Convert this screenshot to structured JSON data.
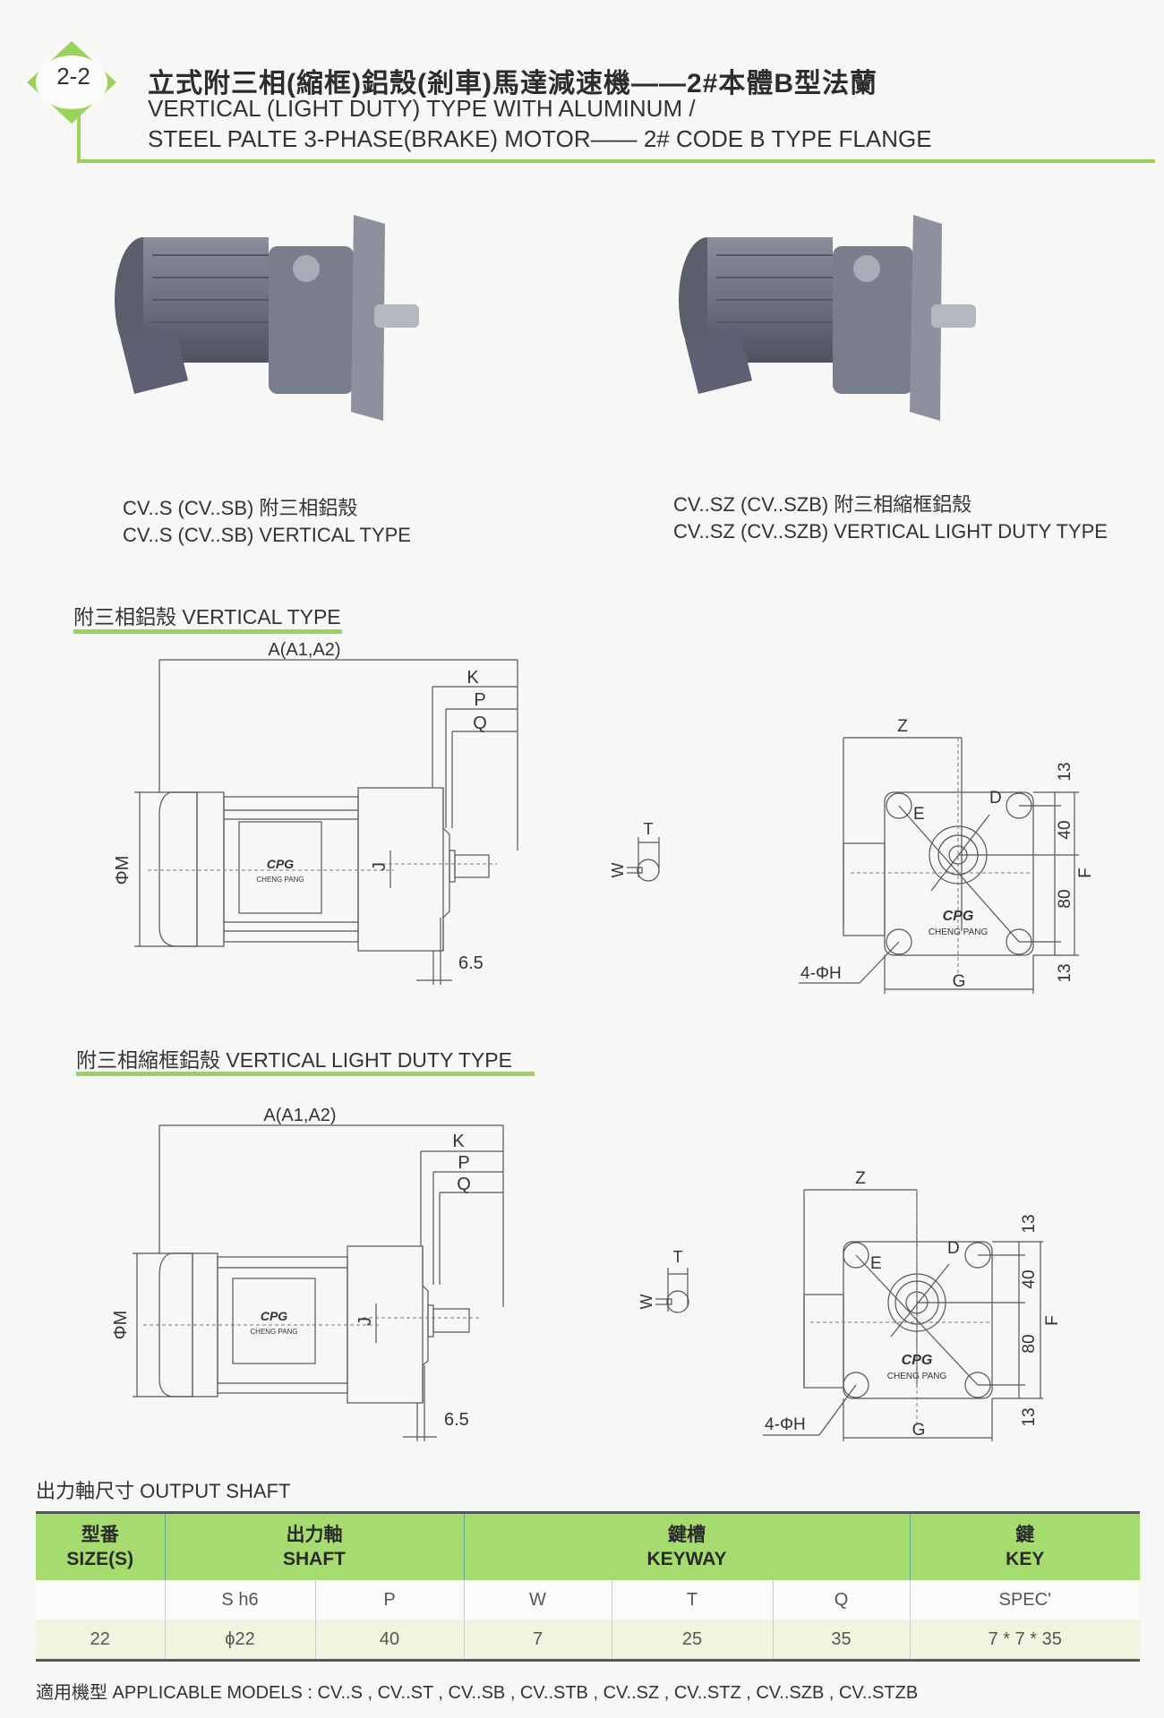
{
  "header": {
    "section_number": "2-2",
    "title_cn": "立式附三相(縮框)鋁殼(剎車)馬達減速機——2#本體B型法蘭",
    "title_en_line1": "VERTICAL (LIGHT DUTY) TYPE WITH ALUMINUM /",
    "title_en_line2": "STEEL PALTE 3-PHASE(BRAKE) MOTOR—— 2# CODE B TYPE FLANGE",
    "accent_color": "#9ad35a"
  },
  "products": [
    {
      "caption_cn": "CV..S (CV..SB) 附三相鋁殼",
      "caption_en": "CV..S (CV..SB) VERTICAL TYPE"
    },
    {
      "caption_cn": "CV..SZ (CV..SZB) 附三相縮框鋁殼",
      "caption_en": "CV..SZ (CV..SZB) VERTICAL LIGHT DUTY TYPE"
    }
  ],
  "drawings": [
    {
      "title": "附三相鋁殼 VERTICAL TYPE",
      "labels": {
        "a": "A(A1,A2)",
        "k": "K",
        "p": "P",
        "q": "Q",
        "m": "ΦM",
        "j": "J",
        "flange": "6.5",
        "t": "T",
        "w": "W",
        "z": "Z",
        "d": "D",
        "e": "E",
        "f": "F",
        "g": "G",
        "h": "4-ΦH",
        "dim_top": "13",
        "dim_40": "40",
        "dim_80": "80",
        "dim_bottom": "13",
        "brand": "CPG",
        "brand_sub": "CHENG PANG"
      }
    },
    {
      "title": "附三相縮框鋁殼 VERTICAL LIGHT DUTY TYPE",
      "labels": {
        "a": "A(A1,A2)",
        "k": "K",
        "p": "P",
        "q": "Q",
        "m": "ΦM",
        "j": "J",
        "flange": "6.5",
        "t": "T",
        "w": "W",
        "z": "Z",
        "d": "D",
        "e": "E",
        "f": "F",
        "g": "G",
        "h": "4-ΦH",
        "dim_top": "13",
        "dim_40": "40",
        "dim_80": "80",
        "dim_bottom": "13",
        "brand": "CPG",
        "brand_sub": "CHENG PANG"
      }
    }
  ],
  "output_shaft": {
    "title": "出力軸尺寸  OUTPUT SHAFT",
    "headers": [
      {
        "cn": "型番",
        "en": "SIZE(S)"
      },
      {
        "cn": "出力軸",
        "en": "SHAFT"
      },
      {
        "cn": "鍵槽",
        "en": "KEYWAY"
      },
      {
        "cn": "鍵",
        "en": "KEY"
      }
    ],
    "subheaders": [
      "",
      "S h6",
      "P",
      "W",
      "T",
      "Q",
      "SPEC'"
    ],
    "rows": [
      [
        "22",
        "ϕ22",
        "40",
        "7",
        "25",
        "35",
        "7 * 7 * 35"
      ]
    ]
  },
  "applicable_models": "適用機型 APPLICABLE MODELS : CV..S , CV..ST , CV..SB , CV..STB , CV..SZ , CV..STZ , CV..SZB , CV..STZB"
}
